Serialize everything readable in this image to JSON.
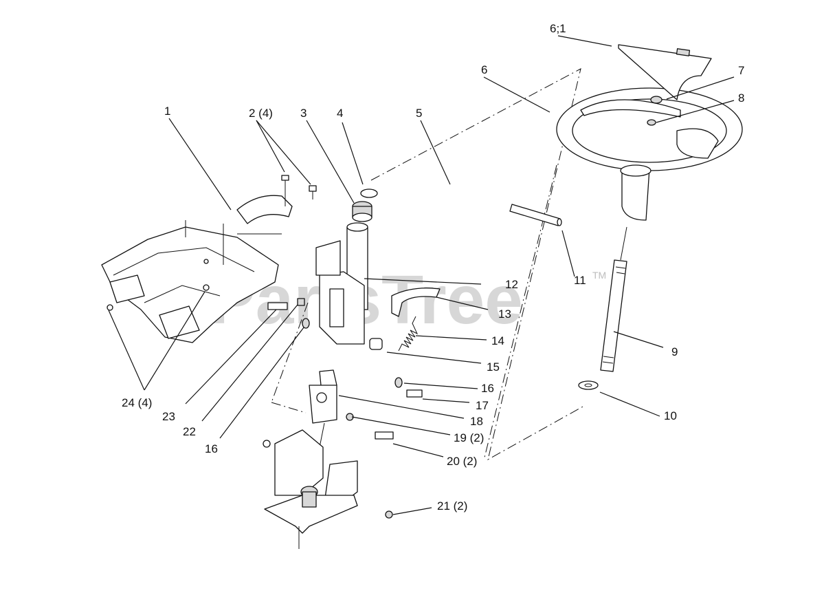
{
  "watermark": {
    "text": "PartsTree",
    "tm": "TM"
  },
  "callouts": [
    {
      "id": "1",
      "label": "1"
    },
    {
      "id": "2",
      "label": "2 (4)"
    },
    {
      "id": "3",
      "label": "3"
    },
    {
      "id": "4",
      "label": "4"
    },
    {
      "id": "5",
      "label": "5"
    },
    {
      "id": "6",
      "label": "6"
    },
    {
      "id": "6-1",
      "label": "6;1"
    },
    {
      "id": "7",
      "label": "7"
    },
    {
      "id": "8",
      "label": "8"
    },
    {
      "id": "9",
      "label": "9"
    },
    {
      "id": "10",
      "label": "10"
    },
    {
      "id": "11",
      "label": "11"
    },
    {
      "id": "12",
      "label": "12"
    },
    {
      "id": "13",
      "label": "13"
    },
    {
      "id": "14",
      "label": "14"
    },
    {
      "id": "15",
      "label": "15"
    },
    {
      "id": "16a",
      "label": "16"
    },
    {
      "id": "16b",
      "label": "16"
    },
    {
      "id": "17",
      "label": "17"
    },
    {
      "id": "18",
      "label": "18"
    },
    {
      "id": "19",
      "label": "19 (2)"
    },
    {
      "id": "20",
      "label": "20 (2)"
    },
    {
      "id": "21",
      "label": "21 (2)"
    },
    {
      "id": "22",
      "label": "22"
    },
    {
      "id": "23",
      "label": "23"
    },
    {
      "id": "24",
      "label": "24 (4)"
    }
  ]
}
